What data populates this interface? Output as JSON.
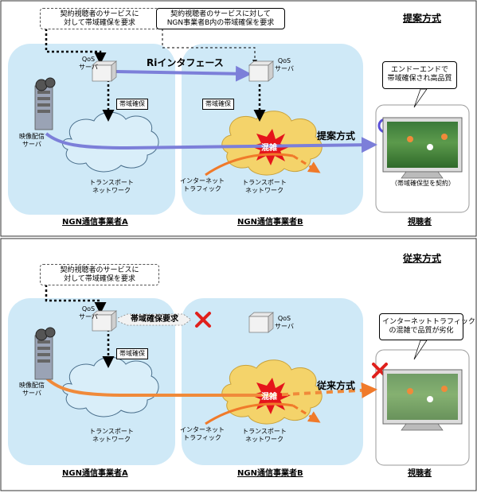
{
  "top": {
    "mode_title": "提案方式",
    "callout_a": "契約視聴者のサービスに\n対して帯域確保を要求",
    "callout_b": "契約視聴者のサービスに対して\nNGN事業者B内の帯域確保を要求",
    "qos_a": "QoS\nサーバ",
    "qos_b": "QoS\nサーバ",
    "ri_interface": "Riインタフェース",
    "reserve_a": "帯域確保",
    "reserve_b": "帯域確保",
    "video_server": "映像配信\nサーバ",
    "transport_a": "トランスポート\nネットワーク",
    "transport_b": "トランスポート\nネットワーク",
    "congestion": "混雑",
    "internet_traffic": "インターネット\nトラフィック",
    "path_label": "提案方式",
    "viewer_callout": "エンドーエンドで\n帯域確保され高品質",
    "tv_caption": "（帯域確保型を契約）",
    "carrier_a": "NGN通信事業者A",
    "carrier_b": "NGN通信事業者B",
    "viewer": "視聴者"
  },
  "bottom": {
    "mode_title": "従来方式",
    "callout_a": "契約視聴者のサービスに\n対して帯域確保を要求",
    "qos_a": "QoS\nサーバ",
    "qos_b": "QoS\nサーバ",
    "request_label": "帯域確保要求",
    "reserve_a": "帯域確保",
    "video_server": "映像配信\nサーバ",
    "transport_a": "トランスポート\nネットワーク",
    "transport_b": "トランスポート\nネットワーク",
    "congestion": "混雑",
    "internet_traffic": "インターネット\nトラフィック",
    "path_label": "従来方式",
    "viewer_callout": "インターネットトラフィック\nの混雑で品質が劣化",
    "carrier_a": "NGN通信事業者A",
    "carrier_b": "NGN通信事業者B",
    "viewer": "視聴者"
  },
  "colors": {
    "region_fill": "#cfe9f7",
    "cloud_fill": "#d9eef9",
    "congested_cloud_fill": "#f4d36a",
    "proposal_path": "#7c7fd9",
    "conventional_path": "#f08a3a",
    "internet_arrow": "#f07a2a",
    "cross": "#e0201c",
    "ring": "#5a4fd8"
  }
}
